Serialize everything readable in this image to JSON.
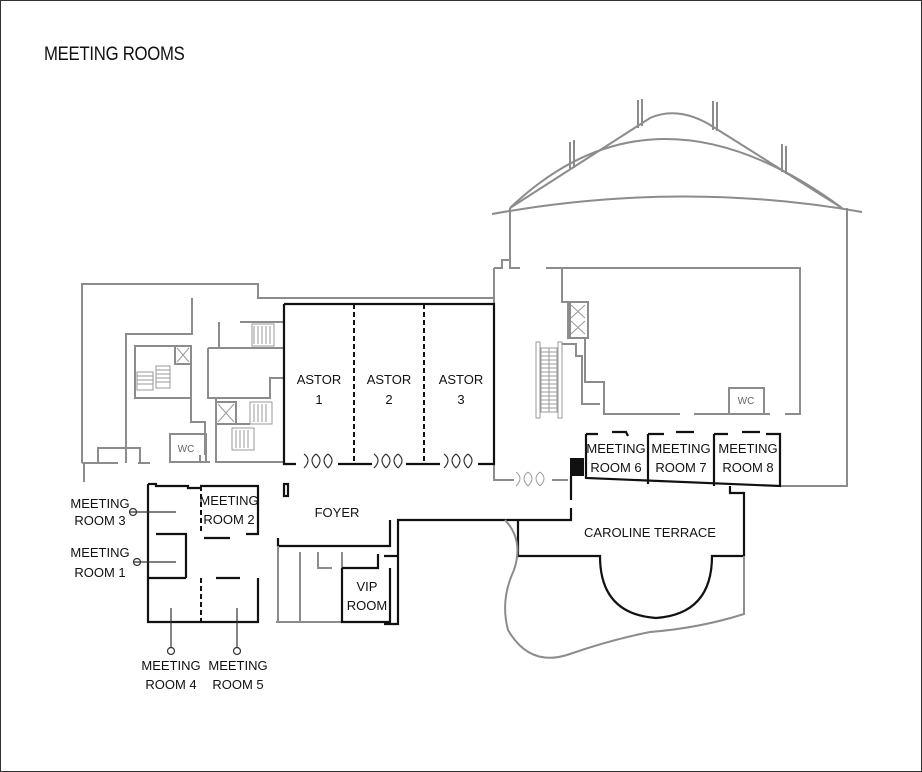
{
  "header": {
    "title": "MEETING ROOMS"
  },
  "rooms": {
    "astor_1": {
      "line1": "ASTOR",
      "line2": "1"
    },
    "astor_2": {
      "line1": "ASTOR",
      "line2": "2"
    },
    "astor_3": {
      "line1": "ASTOR",
      "line2": "3"
    },
    "meeting_room_1": {
      "line1": "MEETING",
      "line2": "ROOM 1"
    },
    "meeting_room_2": {
      "line1": "MEETING",
      "line2": "ROOM 2"
    },
    "meeting_room_3": {
      "line1": "MEETING",
      "line2": "ROOM 3"
    },
    "meeting_room_4": {
      "line1": "MEETING",
      "line2": "ROOM 4"
    },
    "meeting_room_5": {
      "line1": "MEETING",
      "line2": "ROOM 5"
    },
    "meeting_room_6": {
      "line1": "MEETING",
      "line2": "ROOM 6"
    },
    "meeting_room_7": {
      "line1": "MEETING",
      "line2": "ROOM 7"
    },
    "meeting_room_8": {
      "line1": "MEETING",
      "line2": "ROOM 8"
    },
    "vip_room": {
      "line1": "VIP",
      "line2": "ROOM"
    },
    "foyer": {
      "label": "FOYER"
    },
    "caroline_terrace": {
      "label": "CAROLINE TERRACE"
    }
  },
  "facilities": {
    "wc_left": "WC",
    "wc_right": "WC"
  },
  "colors": {
    "meeting_space_walls": "#111111",
    "building_walls": "#8c8c8c",
    "background": "#ffffff"
  }
}
